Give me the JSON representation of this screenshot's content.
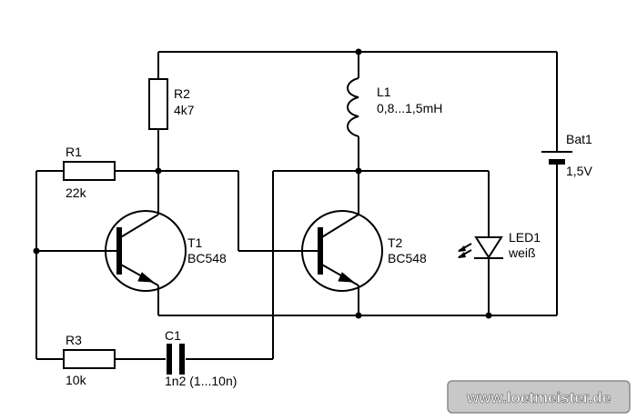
{
  "components": {
    "r1": {
      "name": "R1",
      "value": "22k"
    },
    "r2": {
      "name": "R2",
      "value": "4k7"
    },
    "r3": {
      "name": "R3",
      "value": "10k"
    },
    "c1": {
      "name": "C1",
      "value": "1n2 (1...10n)"
    },
    "l1": {
      "name": "L1",
      "value": "0,8...1,5mH"
    },
    "t1": {
      "name": "T1",
      "value": "BC548"
    },
    "t2": {
      "name": "T2",
      "value": "BC548"
    },
    "led1": {
      "name": "LED1",
      "value": "weiß"
    },
    "bat1": {
      "name": "Bat1",
      "value": "1,5V"
    }
  },
  "watermark": {
    "text": "www.loetmeister.de"
  }
}
